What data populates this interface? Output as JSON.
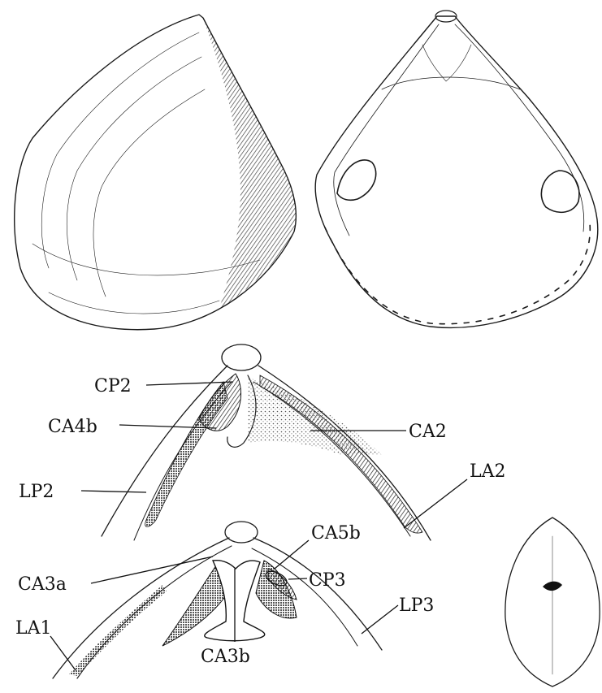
{
  "figure": {
    "labels": {
      "cp2": "CP2",
      "ca4b": "CA4b",
      "ca2": "CA2",
      "lp2": "LP2",
      "la2": "LA2",
      "ca5b": "CA5b",
      "ca3a": "CA3a",
      "cp3": "CP3",
      "lp3": "LP3",
      "la1": "LA1",
      "ca3b": "CA3b"
    }
  },
  "colors": {
    "ink": "#1a1a1a",
    "background": "#ffffff"
  }
}
